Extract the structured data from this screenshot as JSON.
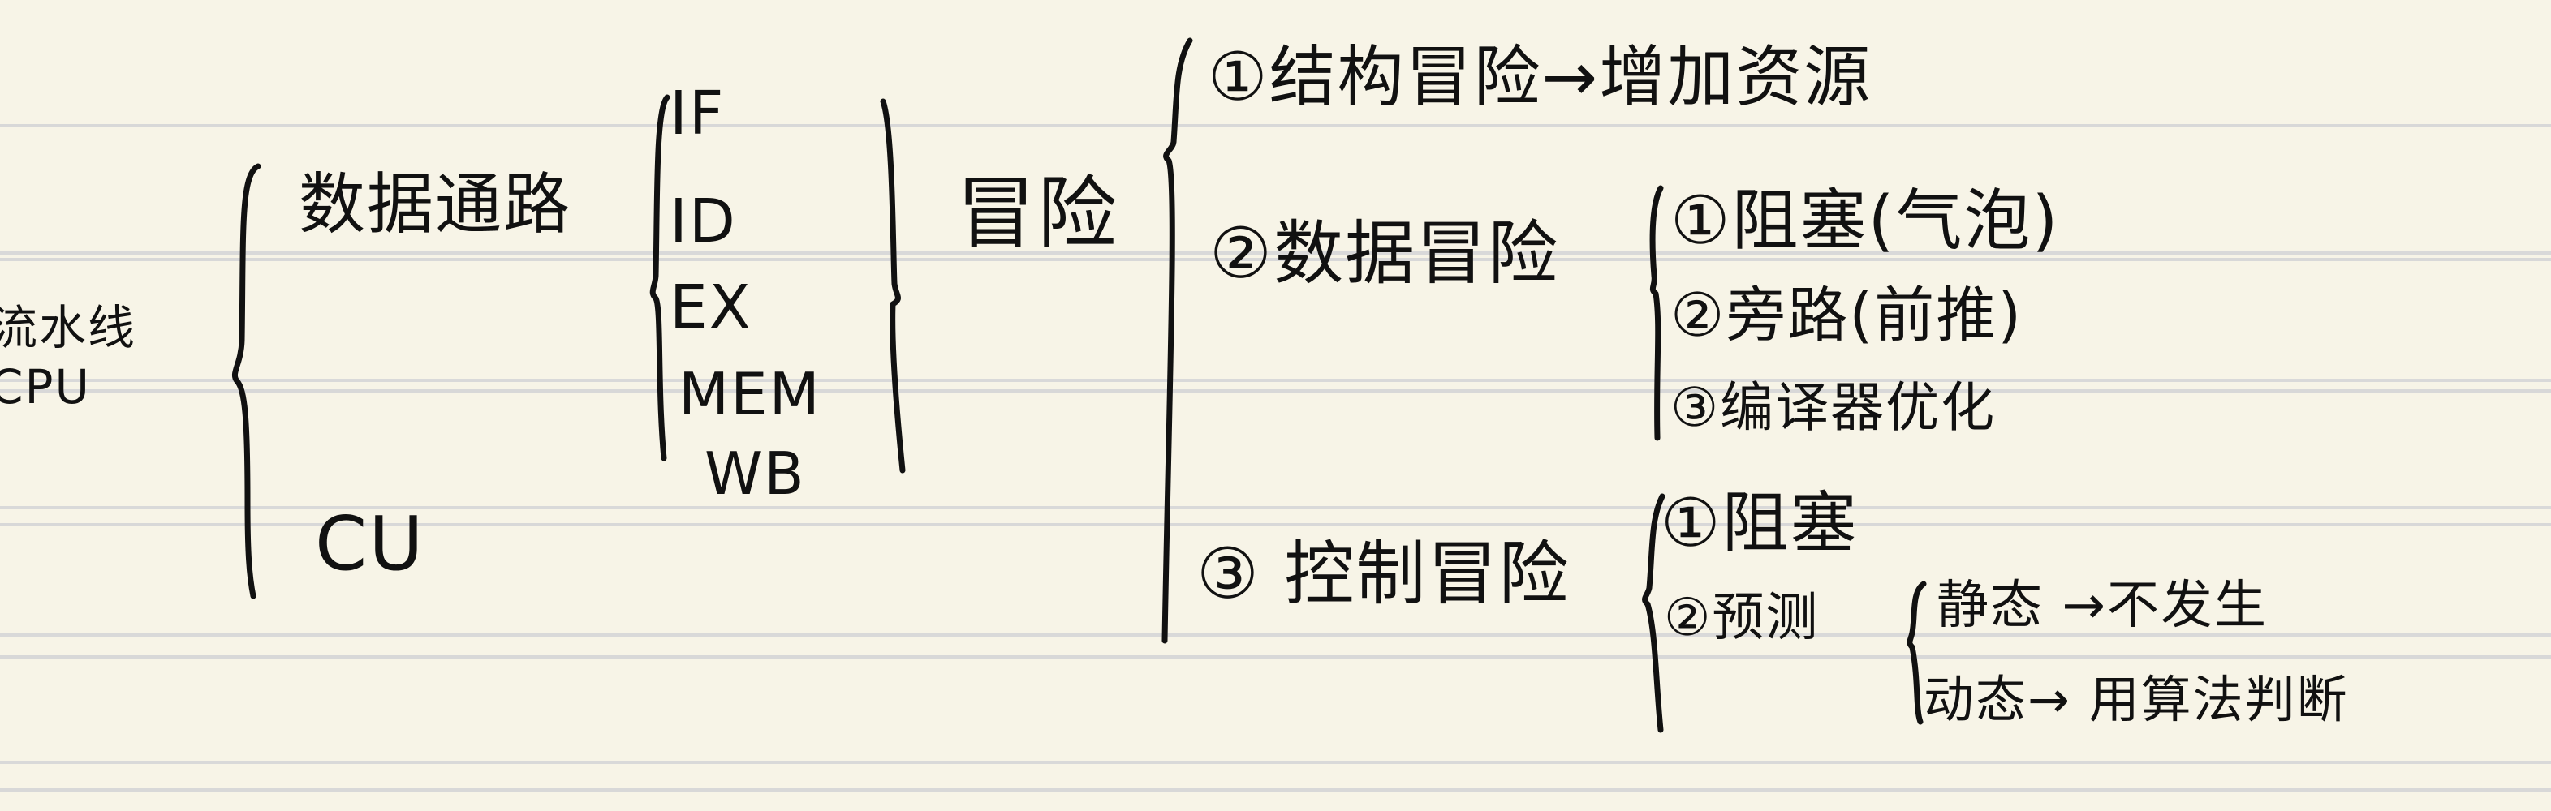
{
  "note": {
    "root": "流水线CPU",
    "branches": {
      "datapath": "数据通路",
      "cu": "CU"
    },
    "stages": [
      "IF",
      "ID",
      "EX",
      "MEM",
      "WB"
    ],
    "hazard": "冒险",
    "hazard_types": {
      "structural": "①结构冒险→增加资源",
      "data": "②数据冒险",
      "control": "③ 控制冒险"
    },
    "data_solutions": [
      "①阻塞(气泡)",
      "②旁路(前推)",
      "③编译器优化"
    ],
    "control_solutions": [
      "①阻塞",
      "②预测"
    ],
    "prediction": [
      "静态 →不发生",
      "动态→ 用算法判断"
    ]
  }
}
